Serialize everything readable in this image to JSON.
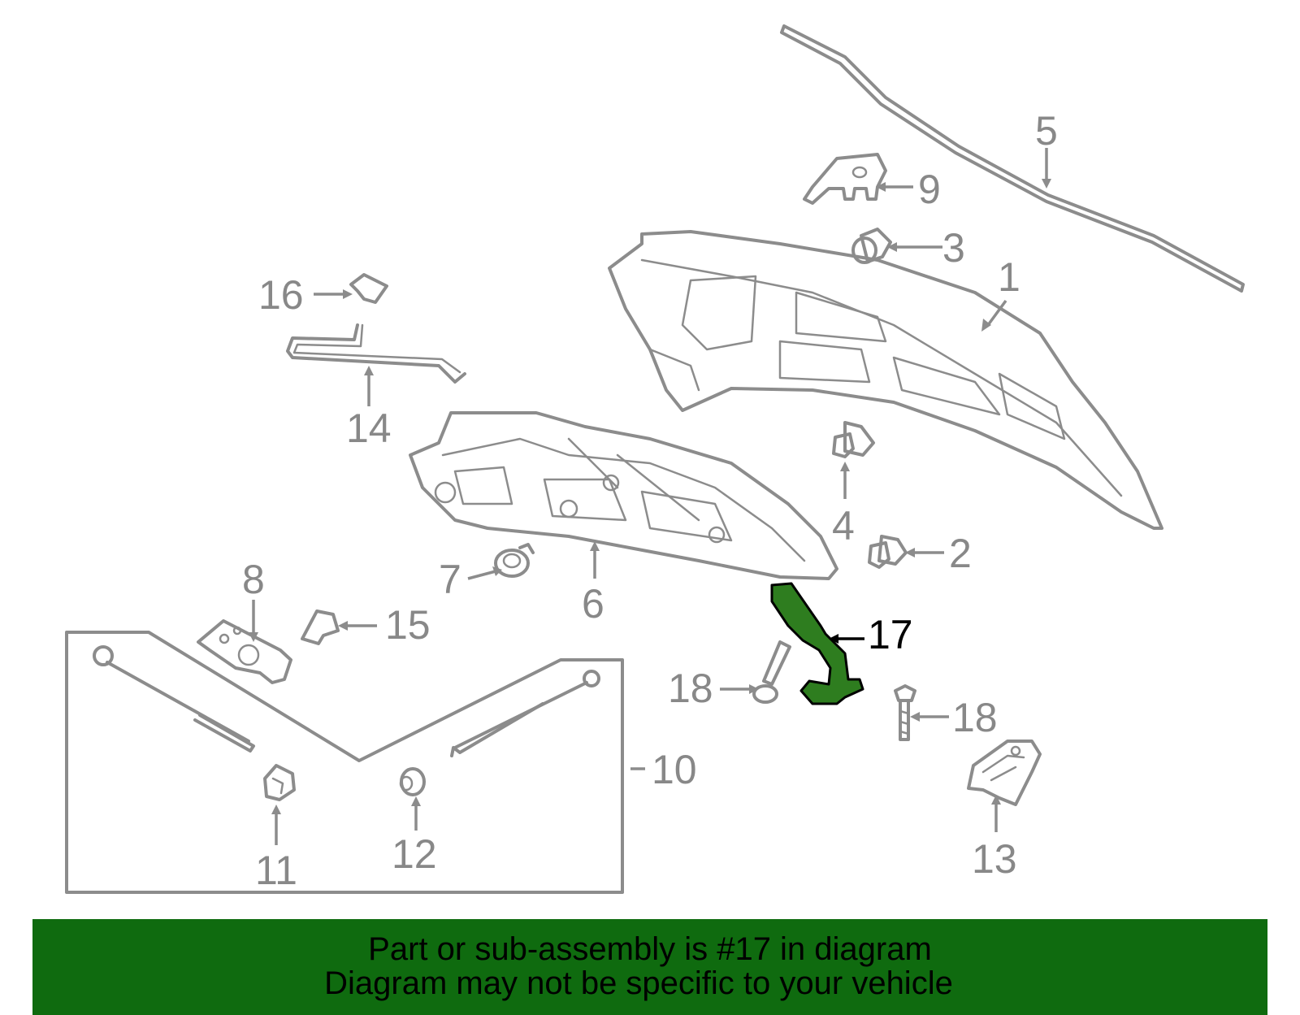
{
  "diagram": {
    "highlight_color": "#2e7d1f",
    "line_color": "#8c8c8c",
    "highlighted_part": "17",
    "callouts": [
      {
        "id": "c1",
        "label": "1"
      },
      {
        "id": "c2",
        "label": "2"
      },
      {
        "id": "c3",
        "label": "3"
      },
      {
        "id": "c4",
        "label": "4"
      },
      {
        "id": "c5",
        "label": "5"
      },
      {
        "id": "c6",
        "label": "6"
      },
      {
        "id": "c7",
        "label": "7"
      },
      {
        "id": "c8",
        "label": "8"
      },
      {
        "id": "c9",
        "label": "9"
      },
      {
        "id": "c10",
        "label": "10"
      },
      {
        "id": "c11",
        "label": "11"
      },
      {
        "id": "c12",
        "label": "12"
      },
      {
        "id": "c13",
        "label": "13"
      },
      {
        "id": "c14",
        "label": "14"
      },
      {
        "id": "c15",
        "label": "15"
      },
      {
        "id": "c16",
        "label": "16"
      },
      {
        "id": "c17",
        "label": "17"
      },
      {
        "id": "c18a",
        "label": "18"
      },
      {
        "id": "c18b",
        "label": "18"
      }
    ]
  },
  "banner": {
    "background": "#0f6b0f",
    "line1": "Part or sub-assembly is #17 in diagram",
    "line2": "Diagram may not be specific to your vehicle"
  }
}
